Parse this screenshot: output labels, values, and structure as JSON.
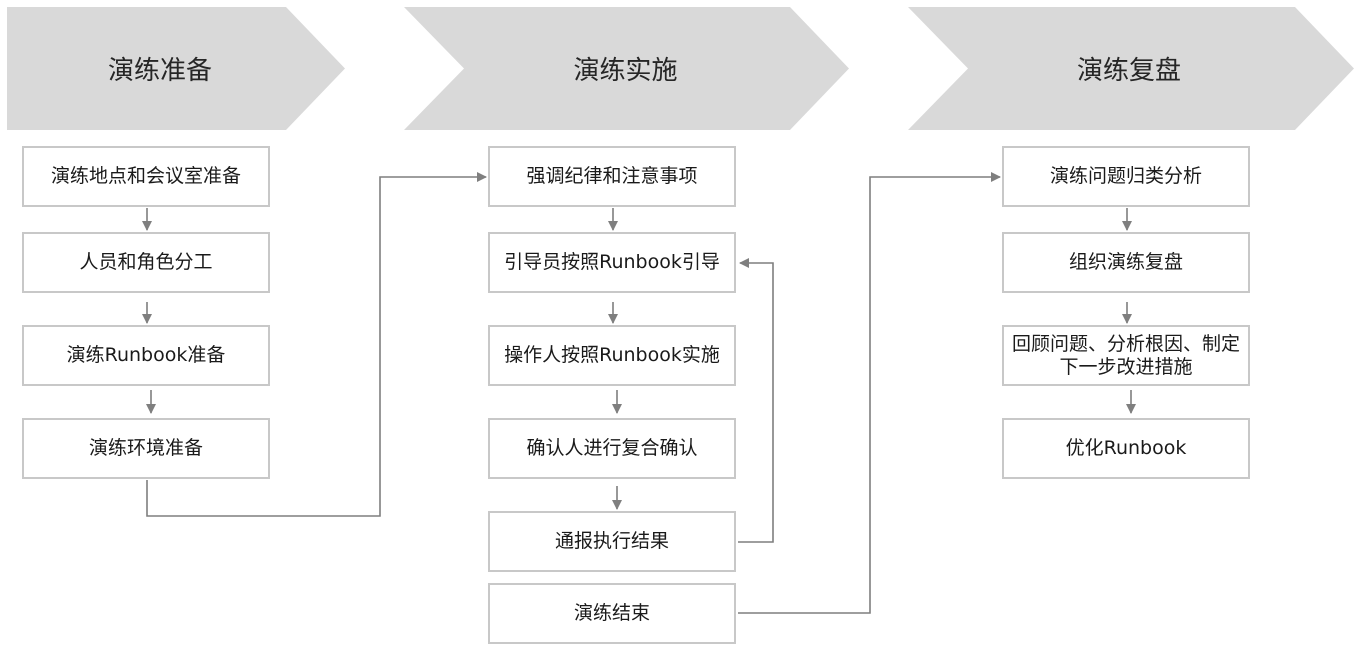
{
  "phases": [
    {
      "title": "演练准备"
    },
    {
      "title": "演练实施"
    },
    {
      "title": "演练复盘"
    }
  ],
  "prepare_steps": [
    "演练地点和会议室准备",
    "人员和角色分工",
    "演练Runbook准备",
    "演练环境准备"
  ],
  "execute_steps": [
    "强调纪律和注意事项",
    "引导员按照Runbook引导",
    "操作人按照Runbook实施",
    "确认人进行复合确认",
    "通报执行结果",
    "演练结束"
  ],
  "review_steps": [
    "演练问题归类分析",
    "组织演练复盘",
    "回顾问题、分析根因、制定下一步改进措施",
    "优化Runbook"
  ],
  "colors": {
    "phase_fill": "#d9d9d9",
    "box_border": "#c8c8c8",
    "connector": "#7f7f7f"
  }
}
